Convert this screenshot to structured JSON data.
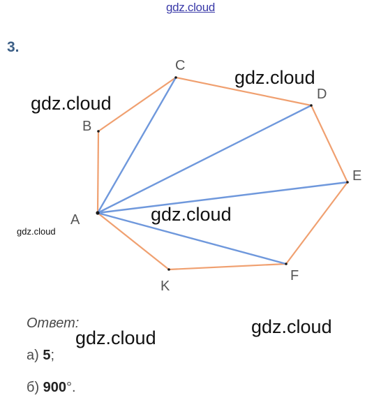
{
  "watermarks": {
    "top": "gdz.cloud",
    "w1": "gdz.cloud",
    "w2": "gdz.cloud",
    "w3": "gdz.cloud",
    "w4": "gdz.cloud",
    "w5": "gdz.cloud",
    "w6": "gdz.cloud"
  },
  "problem": {
    "number": "3."
  },
  "figure": {
    "vertex_labels": {
      "A": "A",
      "B": "B",
      "C": "C",
      "D": "D",
      "E": "E",
      "F": "F",
      "K": "K"
    },
    "colors": {
      "polygon_edges": "#f0a070",
      "diagonals": "#6f98dc",
      "points": "#1a1a1a"
    }
  },
  "answer": {
    "heading": "Ответ:",
    "a_prefix": "а) ",
    "a_value": "5",
    "a_suffix": ";",
    "b_prefix": "б) ",
    "b_value": "900",
    "b_suffix": "°."
  }
}
